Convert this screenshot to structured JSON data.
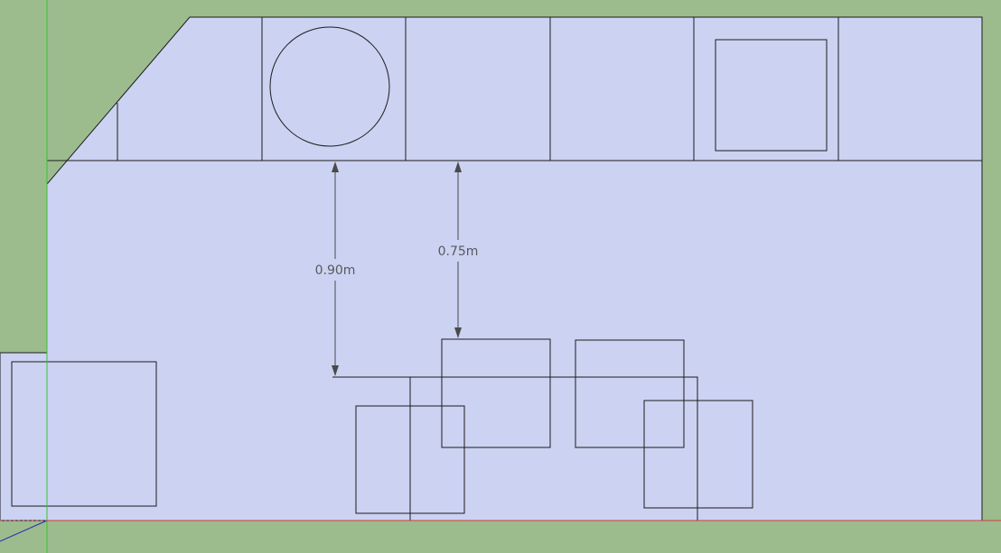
{
  "viewport": {
    "background": "#9dbc8e",
    "floor_fill": "#ccd2f2",
    "line_color": "#1c1c1c",
    "dimension_color": "#4a4a4a",
    "axis_colors": {
      "green": "#33c433",
      "red": "#d23a3a",
      "blue": "#2a2ab0"
    }
  },
  "dimensions": [
    {
      "id": "dim-090",
      "text": "0.90m"
    },
    {
      "id": "dim-075",
      "text": "0.75m"
    }
  ],
  "shapes": {
    "counter_appliances": [
      "sink-circle",
      "cooktop-square"
    ],
    "furniture": [
      "dining-table",
      "chair-1",
      "chair-2",
      "chair-3",
      "chair-4",
      "side-cabinet"
    ]
  }
}
